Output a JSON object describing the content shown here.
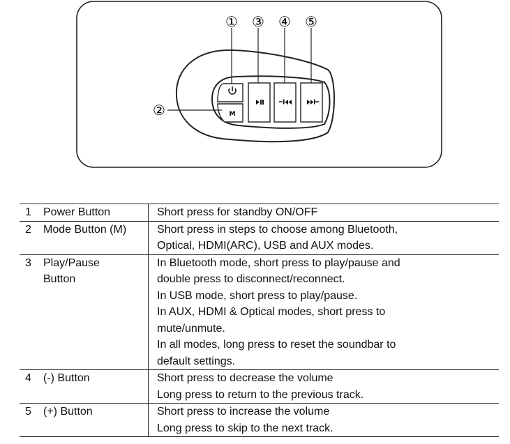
{
  "diagram": {
    "callouts": [
      {
        "id": "1",
        "label": "①"
      },
      {
        "id": "2",
        "label": "②"
      },
      {
        "id": "3",
        "label": "③"
      },
      {
        "id": "4",
        "label": "④"
      },
      {
        "id": "5",
        "label": "⑤"
      }
    ],
    "buttons": {
      "power_icon": "power-icon",
      "mode_label": "M",
      "play_pause_icon": "play-pause-icon",
      "minus_icon": "previous-track-icon",
      "plus_icon": "next-track-icon"
    }
  },
  "table": {
    "rows": [
      {
        "num": "1",
        "name": [
          "Power Button"
        ],
        "desc": [
          "Short press for standby ON/OFF"
        ]
      },
      {
        "num": "2",
        "name": [
          "Mode Button (M)"
        ],
        "desc": [
          "Short press in steps to choose among Bluetooth,",
          "Optical, HDMI(ARC), USB and AUX modes."
        ]
      },
      {
        "num": "3",
        "name": [
          "Play/Pause",
          "Button"
        ],
        "desc": [
          "In Bluetooth mode, short press to play/pause and",
          "double press to disconnect/reconnect.",
          "In USB mode, short press to play/pause.",
          "In AUX, HDMI & Optical modes, short press to",
          "mute/unmute.",
          "In all modes, long press to reset the soundbar to",
          "default settings."
        ]
      },
      {
        "num": "4",
        "name": [
          "(-) Button"
        ],
        "desc": [
          "Short press to decrease the volume",
          "Long press to return to the previous track."
        ]
      },
      {
        "num": "5",
        "name": [
          "(+) Button"
        ],
        "desc": [
          "Short press to increase the volume",
          "Long press to skip to the next track."
        ]
      }
    ]
  }
}
